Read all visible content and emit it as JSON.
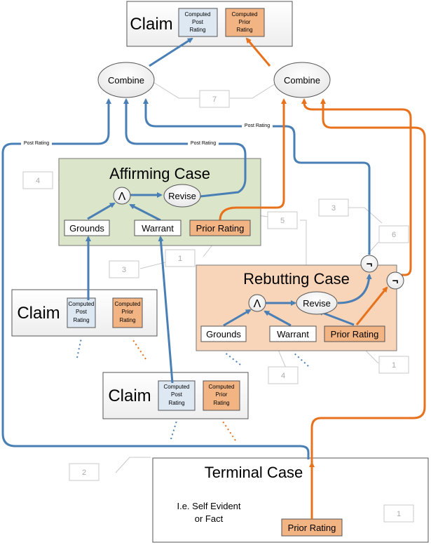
{
  "colors": {
    "blue": "#4a7fb5",
    "orange": "#e8711c",
    "affirming_bg": "#dbe5c9",
    "rebutting_bg": "#f8d5b8",
    "post_bg": "#dde8f3",
    "prior_bg": "#f3b483",
    "callout_gray": "#c8c8c8"
  },
  "top_claim": {
    "title": "Claim",
    "post": "Computed Post Rating",
    "prior": "Computed Prior Rating"
  },
  "combine_left": "Combine",
  "combine_right": "Combine",
  "affirming": {
    "title": "Affirming Case",
    "and_symbol": "Λ",
    "revise": "Revise",
    "grounds": "Grounds",
    "warrant": "Warrant",
    "prior": "Prior Rating"
  },
  "rebutting": {
    "title": "Rebutting Case",
    "and_symbol": "Λ",
    "revise": "Revise",
    "grounds": "Grounds",
    "warrant": "Warrant",
    "prior": "Prior Rating"
  },
  "not_symbol": "¬",
  "claim_left": {
    "title": "Claim",
    "post": "Computed Post Rating",
    "prior": "Computed Prior Rating"
  },
  "claim_mid": {
    "title": "Claim",
    "post": "Computed Post Rating",
    "prior": "Computed Prior Rating"
  },
  "terminal": {
    "title": "Terminal Case",
    "desc_line1": "I.e. Self Evident",
    "desc_line2": "or Fact",
    "prior": "Prior Rating"
  },
  "post_rating_labels": [
    "Post Rating",
    "Post Rating",
    "Post Rating"
  ],
  "callouts": [
    "7",
    "4",
    "3",
    "5",
    "6",
    "1",
    "3",
    "1",
    "4",
    "2",
    "1"
  ]
}
